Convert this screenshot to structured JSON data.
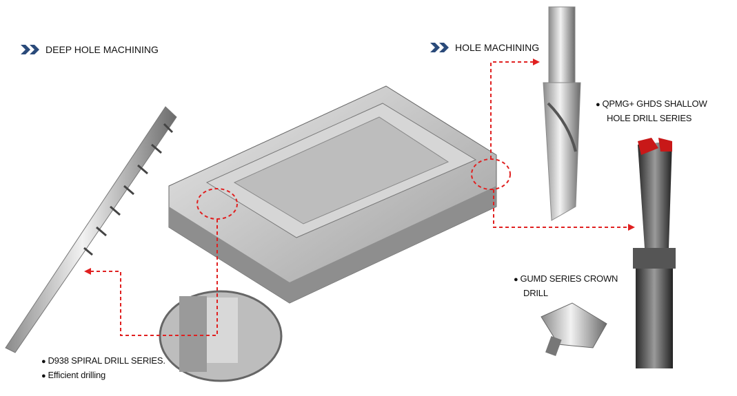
{
  "sections": {
    "deep": {
      "title": "DEEP HOLE MACHINING"
    },
    "hole": {
      "title": "HOLE MACHINING"
    }
  },
  "labels": {
    "d938_line1": "D938 SPIRAL DRILL SERIES.",
    "d938_line2": "Efficient drilling",
    "qpmg_line1": "QPMG+ GHDS SHALLOW",
    "qpmg_line2": "HOLE DRILL SERIES",
    "gumd_line1": "GUMD SERIES CROWN",
    "gumd_line2": "DRILL"
  },
  "colors": {
    "accent": "#2a4a7a",
    "arrow": "#e02020"
  }
}
